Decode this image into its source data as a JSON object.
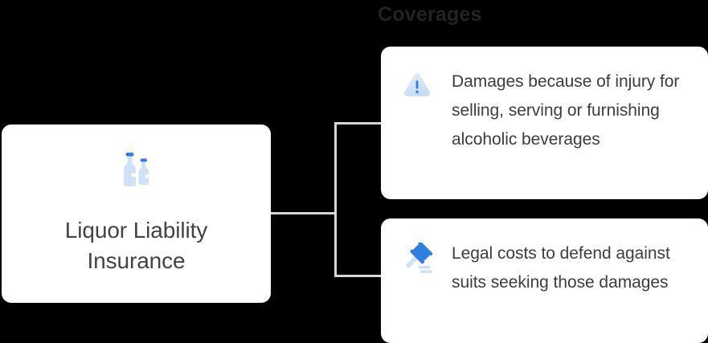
{
  "section": {
    "title": "Coverages",
    "title_color": "#232323"
  },
  "background_color": "#000000",
  "card_color": "#ffffff",
  "connector_color": "#d6d6d6",
  "root": {
    "label": "Liquor Liability Insurance",
    "icon": "liquor-bottles-icon",
    "icon_colors": {
      "body": "#cfe1f7",
      "cap": "#2f7fe0"
    }
  },
  "coverages": [
    {
      "icon": "warning-triangle-icon",
      "icon_colors": {
        "fill": "#d4e4f8",
        "mark": "#2f7fe0"
      },
      "text": "Damages because of injury for selling, serving or furnishing alcoholic beverages"
    },
    {
      "icon": "gavel-icon",
      "icon_colors": {
        "head": "#2f7fe0",
        "handle": "#cfe1f7",
        "block": "#cfe1f7"
      },
      "text": "Legal costs to defend against suits seeking those damages"
    }
  ]
}
